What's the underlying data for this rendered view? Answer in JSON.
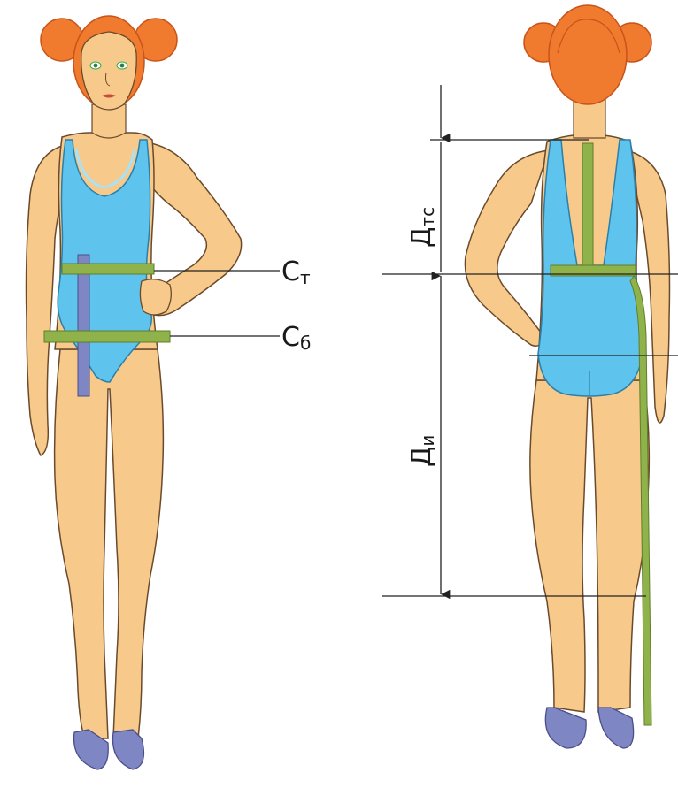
{
  "labels": {
    "waist_girth": {
      "main": "С",
      "sub": "т"
    },
    "hip_girth": {
      "main": "С",
      "sub": "б"
    },
    "back_waist_length": {
      "main": "Д",
      "sub": "тс"
    },
    "hip_depth": {
      "main": "Д",
      "sub": "и"
    }
  },
  "colors": {
    "skin": "#f7c98a",
    "skin_shade": "#e9a964",
    "outline": "#6b4a2c",
    "hair": "#f07a2e",
    "hair_dark": "#c8541a",
    "swimsuit": "#5ec4ee",
    "swimsuit_light": "#a9e2f7",
    "tape": "#8fb24a",
    "tape_dark": "#5f7f2a",
    "ruler": "#7f86c4",
    "sandal": "#7f86c4",
    "line": "#222222"
  }
}
